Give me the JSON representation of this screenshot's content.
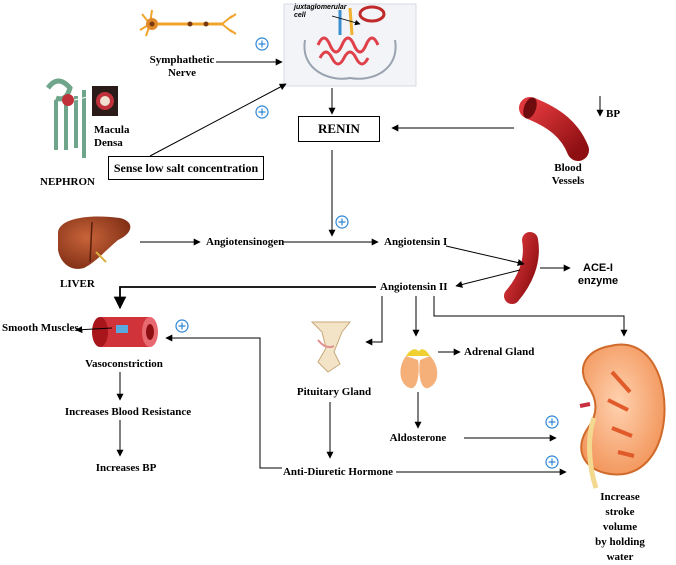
{
  "labels": {
    "sympathetic_nerve": "Symphathetic\nNerve",
    "juxtaglomerular_cell": "juxtaglomerular\ncell",
    "macula_densa": "Macula\nDensa",
    "nephron": "NEPHRON",
    "sense_low_salt": "Sense low salt concentration",
    "renin": "RENIN",
    "bp_small": "BP",
    "blood_vessels": "Blood\nVessels",
    "liver": "LIVER",
    "angiotensinogen": "Angiotensinogen",
    "angiotensin_1": "Angiotensin I",
    "ace_enzyme": "ACE-I\nenzyme",
    "angiotensin_2": "Angiotensin II",
    "smooth_muscles": "Smooth Muscles",
    "vasoconstriction": "Vasoconstriction",
    "increases_blood_resistance": "Increases Blood Resistance",
    "increases_bp": "Increases BP",
    "pituitary_gland": "Pituitary Gland",
    "adrenal_gland": "Adrenal Gland",
    "aldosterone": "Aldosterone",
    "anti_diuretic_hormone": "Anti-Diuretic Hormone",
    "increase_stroke_volume": "Increase stroke volume\nby holding water"
  },
  "colors": {
    "plus_badge": "#2e86d6",
    "vessel_red": "#c0161c",
    "liver_brown": "#9c3b1c",
    "kidney_orange": "#f08a4b",
    "nephron_green": "#6fa58a"
  },
  "icons": {
    "plus": "circled-plus-icon",
    "down_arrow": "down-arrow-icon"
  }
}
